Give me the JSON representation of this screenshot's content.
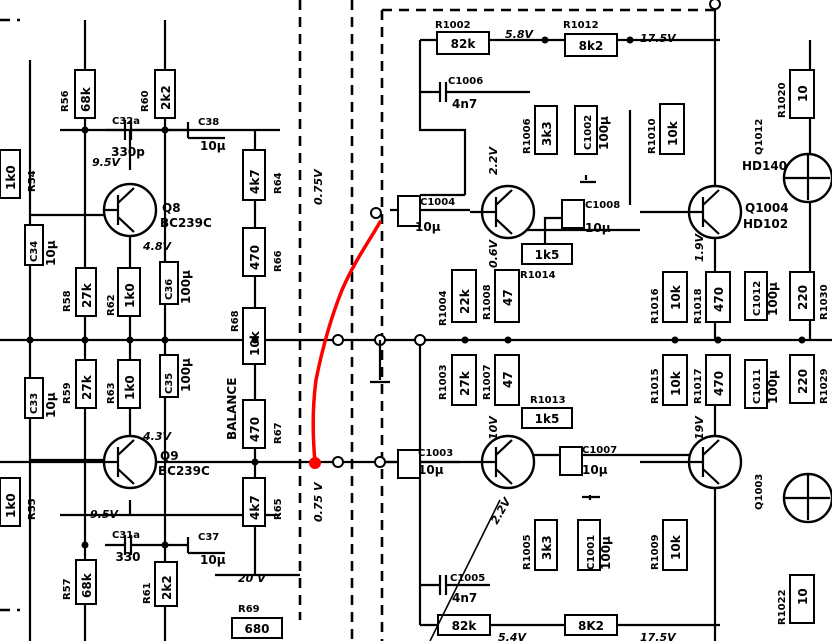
{
  "resistors_h": [
    {
      "id": "r-r1002",
      "ref": "R1002",
      "value": "82k"
    },
    {
      "id": "r-r1012",
      "ref": "R1012",
      "value": "8k2"
    },
    {
      "id": "r-r1014",
      "ref": "R1014",
      "value": "1k5"
    },
    {
      "id": "r-r1013",
      "ref": "R1013",
      "value": "1k5"
    },
    {
      "id": "r-r69",
      "ref": "R69",
      "value": "680"
    },
    {
      "id": "r-bottom-82k",
      "ref": "",
      "value": "82k"
    },
    {
      "id": "r-bottom-8k2",
      "ref": "",
      "value": "8K2"
    }
  ],
  "resistors_v": [
    {
      "id": "r-r56",
      "ref": "R56",
      "value": "68k"
    },
    {
      "id": "r-r60",
      "ref": "R60",
      "value": "2k2"
    },
    {
      "id": "r-r64",
      "ref": "R64",
      "value": "4k7"
    },
    {
      "id": "r-r66",
      "ref": "R66",
      "value": "470"
    },
    {
      "id": "r-r68",
      "ref": "R68",
      "value": "10k"
    },
    {
      "id": "r-r67",
      "ref": "R67",
      "value": "470"
    },
    {
      "id": "r-r65",
      "ref": "R65",
      "value": "4k7"
    },
    {
      "id": "r-r54",
      "ref": "R54",
      "value": "1k0"
    },
    {
      "id": "r-r55",
      "ref": "R55",
      "value": "1k0"
    },
    {
      "id": "r-r58",
      "ref": "R58",
      "value": "27k"
    },
    {
      "id": "r-r62",
      "ref": "R62",
      "value": "1k0"
    },
    {
      "id": "r-r59",
      "ref": "R59",
      "value": "27k"
    },
    {
      "id": "r-r63",
      "ref": "R63",
      "value": "1k0"
    },
    {
      "id": "r-r57",
      "ref": "R57",
      "value": "68k"
    },
    {
      "id": "r-r61",
      "ref": "R61",
      "value": "2k2"
    },
    {
      "id": "r-r1006",
      "ref": "R1006",
      "value": "3k3"
    },
    {
      "id": "r-r1010",
      "ref": "R1010",
      "value": "10k"
    },
    {
      "id": "r-r1004",
      "ref": "R1004",
      "value": "22k"
    },
    {
      "id": "r-r1008",
      "ref": "R1008",
      "value": "47"
    },
    {
      "id": "r-r1003",
      "ref": "R1003",
      "value": "27k"
    },
    {
      "id": "r-r1007",
      "ref": "R1007",
      "value": "47"
    },
    {
      "id": "r-r1005",
      "ref": "R1005",
      "value": "3k3"
    },
    {
      "id": "r-r1016",
      "ref": "R1016",
      "value": "10k"
    },
    {
      "id": "r-r1018",
      "ref": "R1018",
      "value": "470"
    },
    {
      "id": "r-r1015",
      "ref": "R1015",
      "value": "10k"
    },
    {
      "id": "r-r1017",
      "ref": "R1017",
      "value": "470"
    },
    {
      "id": "r-r1009",
      "ref": "R1009",
      "value": "10k"
    },
    {
      "id": "r-r1020",
      "ref": "R1020",
      "value": "10"
    },
    {
      "id": "r-r1030",
      "ref": "R1030",
      "value": "220"
    },
    {
      "id": "r-r1029",
      "ref": "R1029",
      "value": "220"
    },
    {
      "id": "r-r1022",
      "ref": "R1022",
      "value": "10"
    }
  ],
  "capacitors": [
    {
      "id": "c-c32",
      "ref": "C32a",
      "value": "330p"
    },
    {
      "id": "c-c38",
      "ref": "C38",
      "value": "10µ"
    },
    {
      "id": "c-c34",
      "ref": "C34",
      "value": "10µ"
    },
    {
      "id": "c-c36",
      "ref": "C36",
      "value": "100µ"
    },
    {
      "id": "c-c33",
      "ref": "C33",
      "value": "10µ"
    },
    {
      "id": "c-c35",
      "ref": "C35",
      "value": "100µ"
    },
    {
      "id": "c-c31",
      "ref": "C31a",
      "value": "330"
    },
    {
      "id": "c-c37",
      "ref": "C37",
      "value": "10µ"
    },
    {
      "id": "c-c1006",
      "ref": "C1006",
      "value": "4n7"
    },
    {
      "id": "c-c1002",
      "ref": "C1002",
      "value": "100µ"
    },
    {
      "id": "c-c1004",
      "ref": "C1004",
      "value": "10µ"
    },
    {
      "id": "c-c1008",
      "ref": "C1008",
      "value": "10µ"
    },
    {
      "id": "c-c1003",
      "ref": "C1003",
      "value": "10µ"
    },
    {
      "id": "c-c1007",
      "ref": "C1007",
      "value": "10µ"
    },
    {
      "id": "c-c1001",
      "ref": "C1001",
      "value": "100µ"
    },
    {
      "id": "c-c1005",
      "ref": "C1005",
      "value": "4n7"
    },
    {
      "id": "c-c1012",
      "ref": "C1012",
      "value": "100µ"
    },
    {
      "id": "c-c1011",
      "ref": "C1011",
      "value": "100µ"
    }
  ],
  "transistors": [
    {
      "id": "q-q8",
      "ref": "Q8",
      "type": "BC239C"
    },
    {
      "id": "q-q9",
      "ref": "Q9",
      "type": "BC239C"
    },
    {
      "id": "q-q1002",
      "ref": "",
      "type": ""
    },
    {
      "id": "q-q1004",
      "ref": "Q1004",
      "type": "HD102"
    },
    {
      "id": "q-q1012",
      "ref": "Q1012",
      "type": "HD140"
    },
    {
      "id": "q-q1001",
      "ref": "",
      "type": ""
    },
    {
      "id": "q-q1003",
      "ref": "Q1003",
      "type": ""
    },
    {
      "id": "q-q1011",
      "ref": "",
      "type": ""
    }
  ],
  "voltages": {
    "v_9_5_top": "9.5V",
    "v_4_8": "4.8V",
    "v_4_3": "4.3V",
    "v_9_5_bot": "9.5V",
    "v_20": "20 V",
    "v_075_top": "0.75V",
    "v_075_bot": "0.75 V",
    "v_5_8": "5.8V",
    "v_17_5_top": "17.5V",
    "v_2_2": "2.2V",
    "v_0_6": "0.6V",
    "v_1_9": "1.9V",
    "v_10": "10V",
    "v_2_2_bot": "2.2V",
    "v_19": "19V",
    "v_5_4": "5.4V",
    "v_17_5_bot": "17.5V"
  },
  "labels": {
    "balance": "BALANCE"
  },
  "annotation": {
    "color": "#ff0000"
  }
}
